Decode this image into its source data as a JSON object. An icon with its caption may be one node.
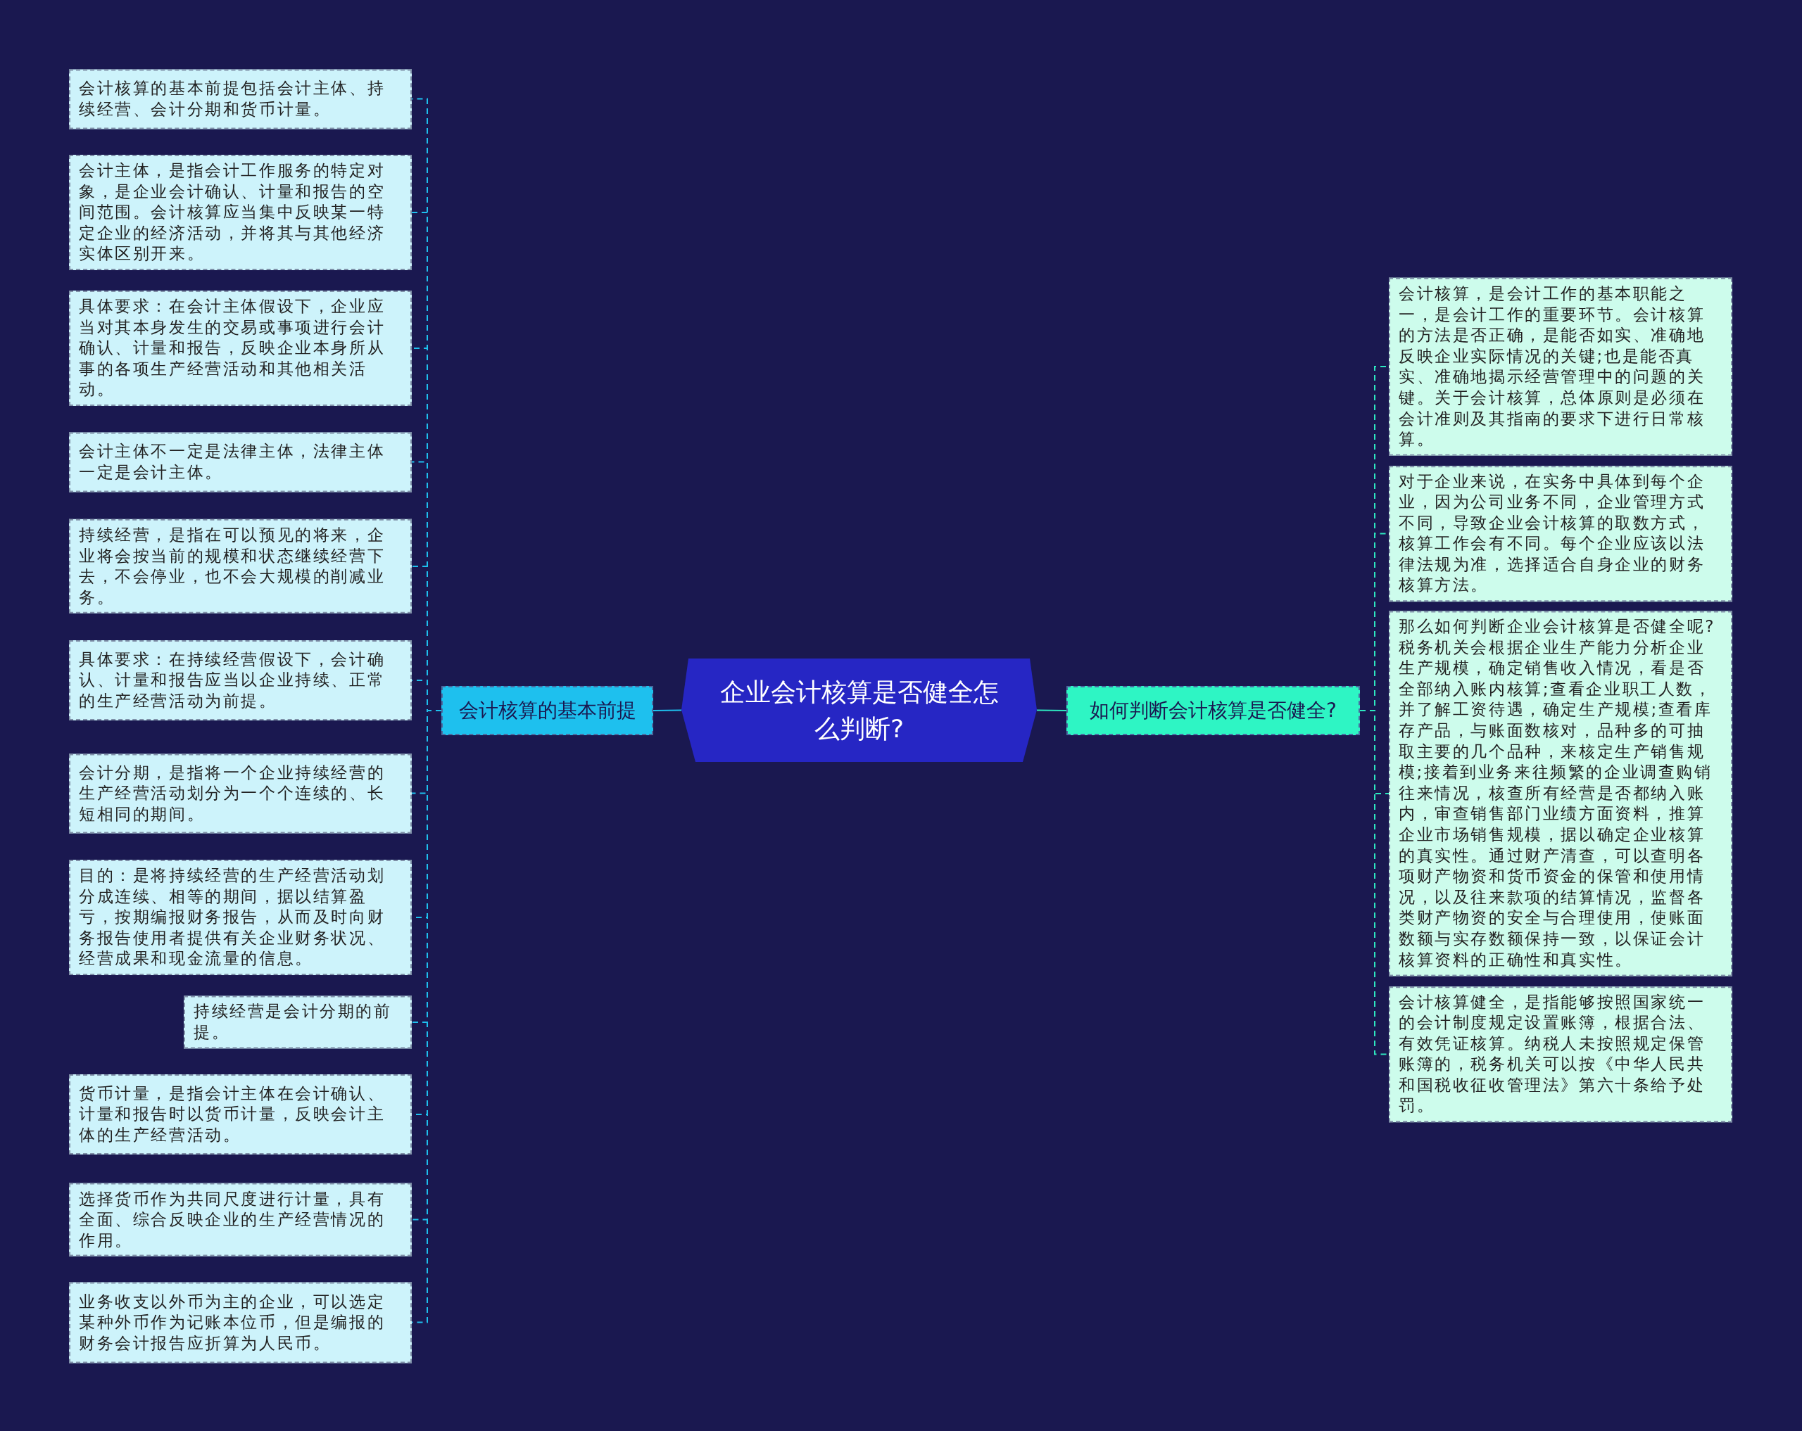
{
  "diagram": {
    "nodes": [
      {
        "text": [
          "企业会计核算是否健全怎么判断?"
        ]
      },
      {
        "text": [
          "会计核算的基本前提"
        ]
      },
      {
        "text": [
          "会计核算的基本前提包括会计主体、持续经营、会计分期和货币计量。"
        ]
      },
      {
        "text": [
          "会计主体，是指会计工作服务的特定对象，是企业会计确认、计量和报告的空间范围。会计核算应当集中反映某一特定企业的经济活动，并将其与其他经济实体区别开来。"
        ]
      },
      {
        "text": [
          "具体要求：在会计主体假设下，企业应当对其本身发生的交易或事项进行会计确认、计量和报告，反映企业本身所从事的各项生产经营活动和其他相关活动。"
        ]
      },
      {
        "text": [
          "会计主体不一定是法律主体，法律主体一定是会计主体。"
        ]
      },
      {
        "text": [
          "持续经营，是指在可以预见的将来，企业将会按当前的规模和状态继续经营下去，不会停业，也不会大规模的削减业务。"
        ]
      },
      {
        "text": [
          "具体要求：在持续经营假设下，会计确认、计量和报告应当以企业持续、正常的生产经营活动为前提。"
        ]
      },
      {
        "text": [
          "会计分期，是指将一个企业持续经营的生产经营活动划分为一个个连续的、长短相同的期间。"
        ]
      },
      {
        "text": [
          "目的：是将持续经营的生产经营活动划分成连续、相等的期间，据以结算盈亏，按期编报财务报告，从而及时向财务报告使用者提供有关企业财务状况、经营成果和现金流量的信息。"
        ]
      },
      {
        "text": [
          "持续经营是会计分期的前提。"
        ]
      },
      {
        "text": [
          "货币计量，是指会计主体在会计确认、计量和报告时以货币计量，反映会计主体的生产经营活动。"
        ]
      },
      {
        "text": [
          "选择货币作为共同尺度进行计量，具有全面、综合反映企业的生产经营情况的作用。"
        ]
      },
      {
        "text": [
          "业务收支以外币为主的企业，可以选定某种外币作为记账本位币，但是编报的财务会计报告应折算为人民币。"
        ]
      },
      {
        "text": [
          "如何判断会计核算是否健全?"
        ]
      },
      {
        "text": [
          "会计核算，是会计工作的基本职能之一，是会计工作的重要环节。会计核算的方法是否正确，是能否如实、准确地反映企业实际情况的关键;也是能否真实、准确地揭示经营管理中的问题的关键。关于会计核算，总体原则是必须在会计准则及其指南的要求下进行日常核算。"
        ]
      },
      {
        "text": [
          "对于企业来说，在实务中具体到每个企业，因为公司业务不同，企业管理方式不同，导致企业会计核算的取数方式，核算工作会有不同。每个企业应该以法律法规为准，选择适合自身企业的财务核算方法。"
        ]
      },
      {
        "text": [
          "那么如何判断企业会计核算是否健全呢?税务机关会根据企业生产能力分析企业生产规模，确定销售收入情况，看是否全部纳入账内核算;查看企业职工人数，并了解工资待遇，确定生产规模;查看库存产品，与账面数核对，品种多的可抽取主要的几个品种，来核定生产销售规模;接着到业务来往频繁的企业调查购销往来情况，核查所有经营是否都纳入账内，审查销售部门业绩方面资料，推算企业市场销售规模，据以确定企业核算的真实性。通过财产清查，可以查明各项财产物资和货币资金的保管和使用情况，以及往来款项的结算情况，监督各类财产物资的安全与合理使用，使账面数额与实存数额保持一致，以保证会计核算资料的正确性和真实性。"
        ]
      },
      {
        "text": [
          "会计核算健全，是指能够按照国家统一的会计制度规定设置账簿，根据合法、有效凭证核算。纳税人未按照规定保管账簿的，税务机关可以按《中华人民共和国税收征收管理法》第六十条给予处罚。"
        ]
      }
    ],
    "edges": [
      {
        "from": 0,
        "to": 1,
        "arrow": "none"
      },
      {
        "from": 1,
        "to": 2,
        "arrow": "none",
        "style": "dashed"
      },
      {
        "from": 1,
        "to": 3,
        "arrow": "none",
        "style": "dashed"
      },
      {
        "from": 1,
        "to": 4,
        "arrow": "none",
        "style": "dashed"
      },
      {
        "from": 1,
        "to": 5,
        "arrow": "none",
        "style": "dashed"
      },
      {
        "from": 1,
        "to": 6,
        "arrow": "none",
        "style": "dashed"
      },
      {
        "from": 1,
        "to": 7,
        "arrow": "none",
        "style": "dashed"
      },
      {
        "from": 1,
        "to": 8,
        "arrow": "none",
        "style": "dashed"
      },
      {
        "from": 1,
        "to": 9,
        "arrow": "none",
        "style": "dashed"
      },
      {
        "from": 1,
        "to": 10,
        "arrow": "none",
        "style": "dashed"
      },
      {
        "from": 1,
        "to": 11,
        "arrow": "none",
        "style": "dashed"
      },
      {
        "from": 1,
        "to": 12,
        "arrow": "none",
        "style": "dashed"
      },
      {
        "from": 1,
        "to": 13,
        "arrow": "none",
        "style": "dashed"
      },
      {
        "from": 0,
        "to": 14,
        "arrow": "none",
        "color": "#2ee8c0"
      },
      {
        "from": 14,
        "to": 15,
        "arrow": "none",
        "style": "dashed",
        "color": "#2ee8c0"
      },
      {
        "from": 14,
        "to": 16,
        "arrow": "none",
        "style": "dashed",
        "color": "#2ee8c0"
      },
      {
        "from": 14,
        "to": 17,
        "arrow": "none",
        "style": "dashed",
        "color": "#2ee8c0"
      },
      {
        "from": 14,
        "to": 18,
        "arrow": "none",
        "style": "dashed",
        "color": "#2ee8c0"
      }
    ]
  }
}
